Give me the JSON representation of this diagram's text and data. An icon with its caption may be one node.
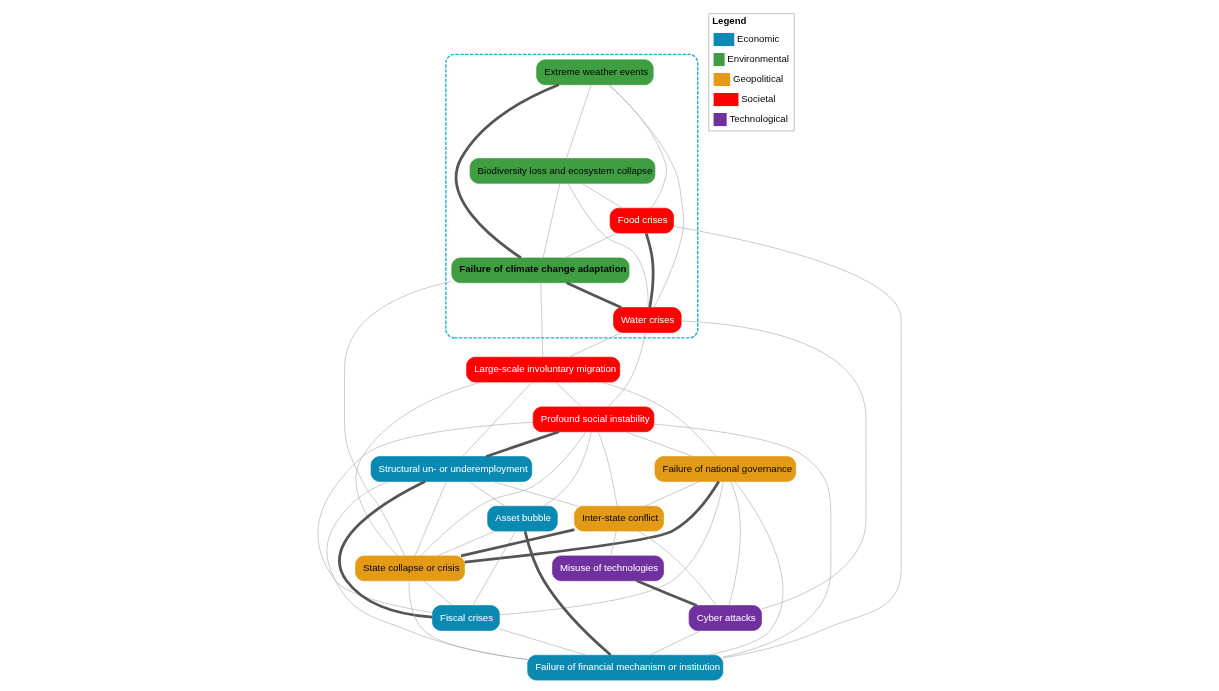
{
  "diagram": {
    "nodes": [
      {
        "text": [],
        "shape": "box"
      },
      {
        "text": [
          "Extreme weather events"
        ],
        "in": 0
      },
      {
        "text": [
          "Biodiversity loss and ecosystem collapse"
        ],
        "in": 0
      },
      {
        "text": [
          "Food crises"
        ],
        "in": 0
      },
      {
        "text": [
          "Failure of climate change adaptation"
        ],
        "in": 0
      },
      {
        "text": [
          "Water crises"
        ],
        "in": 0
      },
      {
        "text": [
          "Large-scale involuntary migration"
        ]
      },
      {
        "text": [
          "Profound social instability"
        ]
      },
      {
        "text": [
          "Failure of national governance"
        ]
      },
      {
        "text": [
          "Structural un- or underemployment"
        ]
      },
      {
        "text": [
          "Asset bubble"
        ]
      },
      {
        "text": [
          "Inter-state conflict"
        ]
      },
      {
        "text": [
          "Misuse of technologies"
        ]
      },
      {
        "text": [
          "State collapse or crisis"
        ]
      },
      {
        "text": [
          "Fiscal crises"
        ]
      },
      {
        "text": [
          "Cyber attacks"
        ]
      },
      {
        "text": [
          "Failure of financial mechanism or institution"
        ]
      }
    ],
    "edges": [
      {
        "from": 1,
        "to": 3,
        "arrow": "none"
      },
      {
        "from": 1,
        "to": 2,
        "arrow": "none"
      },
      {
        "from": 1,
        "to": 4,
        "arrow": "none",
        "style": "thick"
      },
      {
        "from": 1,
        "to": 5,
        "arrow": "none"
      },
      {
        "from": 2,
        "to": 3,
        "arrow": "none"
      },
      {
        "from": 2,
        "to": 5,
        "arrow": "none"
      },
      {
        "from": 2,
        "to": 4,
        "arrow": "none"
      },
      {
        "from": 3,
        "to": 5,
        "arrow": "none",
        "style": "thick"
      },
      {
        "from": 3,
        "to": 4,
        "arrow": "none"
      },
      {
        "from": 3,
        "to": 16,
        "arrow": "none"
      },
      {
        "from": 4,
        "to": 5,
        "arrow": "none",
        "style": "thick"
      },
      {
        "from": 4,
        "to": 6,
        "arrow": "none"
      },
      {
        "from": 4,
        "to": 13,
        "arrow": "none"
      },
      {
        "from": 5,
        "to": 6,
        "arrow": "none"
      },
      {
        "from": 5,
        "to": 7,
        "arrow": "none"
      },
      {
        "from": 5,
        "to": 15,
        "arrow": "none"
      },
      {
        "from": 6,
        "to": 7,
        "arrow": "none"
      },
      {
        "from": 6,
        "to": 8,
        "arrow": "none"
      },
      {
        "from": 6,
        "to": 9,
        "arrow": "none"
      },
      {
        "from": 6,
        "to": 13,
        "arrow": "none"
      },
      {
        "from": 7,
        "to": 8,
        "arrow": "none"
      },
      {
        "from": 7,
        "to": 9,
        "arrow": "none",
        "style": "thick"
      },
      {
        "from": 7,
        "to": 10,
        "arrow": "none"
      },
      {
        "from": 7,
        "to": 11,
        "arrow": "none"
      },
      {
        "from": 7,
        "to": 13,
        "arrow": "none"
      },
      {
        "from": 7,
        "to": 14,
        "arrow": "none"
      },
      {
        "from": 7,
        "to": 16,
        "arrow": "none"
      },
      {
        "from": 8,
        "to": 11,
        "arrow": "none"
      },
      {
        "from": 8,
        "to": 13,
        "arrow": "none",
        "style": "thick"
      },
      {
        "from": 8,
        "to": 14,
        "arrow": "none"
      },
      {
        "from": 8,
        "to": 16,
        "arrow": "none"
      },
      {
        "from": 8,
        "to": 15,
        "arrow": "none"
      },
      {
        "from": 9,
        "to": 10,
        "arrow": "none"
      },
      {
        "from": 9,
        "to": 14,
        "arrow": "none",
        "style": "thick"
      },
      {
        "from": 9,
        "to": 13,
        "arrow": "none"
      },
      {
        "from": 9,
        "to": 11,
        "arrow": "none"
      },
      {
        "from": 9,
        "to": 16,
        "arrow": "none"
      },
      {
        "from": 10,
        "to": 13,
        "arrow": "none"
      },
      {
        "from": 10,
        "to": 14,
        "arrow": "none"
      },
      {
        "from": 10,
        "to": 16,
        "arrow": "none",
        "style": "thick"
      },
      {
        "from": 11,
        "to": 13,
        "arrow": "none",
        "style": "thick"
      },
      {
        "from": 11,
        "to": 12,
        "arrow": "none"
      },
      {
        "from": 11,
        "to": 15,
        "arrow": "none"
      },
      {
        "from": 12,
        "to": 15,
        "arrow": "none",
        "style": "thick"
      },
      {
        "from": 13,
        "to": 14,
        "arrow": "none"
      },
      {
        "from": 13,
        "to": 16,
        "arrow": "none"
      },
      {
        "from": 14,
        "to": 16,
        "arrow": "none"
      },
      {
        "from": 15,
        "to": 16,
        "arrow": "none"
      }
    ],
    "labels": [
      "Legend"
    ],
    "legend": [
      {
        "text": "Economic",
        "color": "#0a89b3"
      },
      {
        "text": "Environmental",
        "color": "#3f9e42"
      },
      {
        "text": "Geopolitical",
        "color": "#e39b17"
      },
      {
        "text": "Societal",
        "color": "#fe0000"
      },
      {
        "text": "Technological",
        "color": "#7030a0"
      }
    ]
  }
}
